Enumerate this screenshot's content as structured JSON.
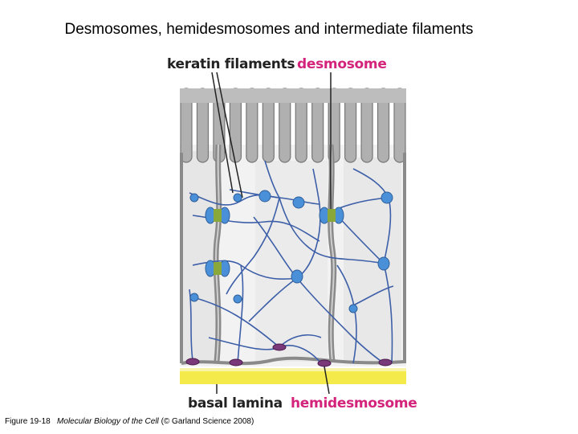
{
  "title": "Desmosomes, hemidesmosomes and intermediate filaments",
  "labels": {
    "keratin_filaments": "keratin filaments",
    "desmosome": "desmosome",
    "basal_lamina": "basal lamina",
    "hemidesmosome": "hemidesmosome"
  },
  "caption": {
    "figure_number": "Figure 19-18",
    "book_title": "Molecular Biology of the Cell",
    "credit": "(© Garland Science 2008)"
  },
  "colors": {
    "membrane": "#8a8a8a",
    "microvilli": "#a8a8a8",
    "cytoplasm": "#f2f2f2",
    "filament": "#3d5fa8",
    "desmosome_plaque": "#4a90d9",
    "junction_green": "#8aa83a",
    "hemidesmosome_plaque": "#7a3a7a",
    "basal_lamina": "#f4ea4a",
    "label_dark": "#222222",
    "label_pink": "#d4237a"
  }
}
